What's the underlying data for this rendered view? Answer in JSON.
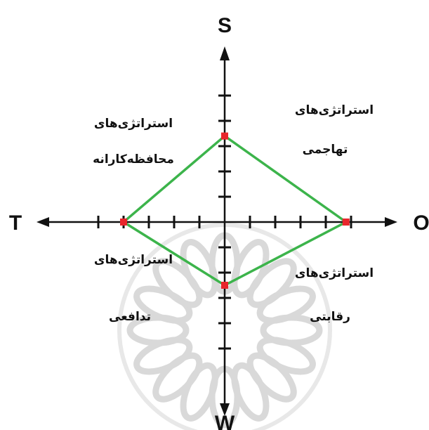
{
  "axes": {
    "top": "S",
    "bottom": "W",
    "left": "T",
    "right": "O"
  },
  "quadrants": {
    "top_right": [
      "استراتژی‌های",
      "تهاجمی"
    ],
    "top_left": [
      "استراتژی‌های",
      "محافظه‌کارانه"
    ],
    "bottom_left": [
      "استراتژی‌های",
      "تدافعی"
    ],
    "bottom_right": [
      "استراتژی‌های",
      "رقابتی"
    ]
  },
  "polygon": {
    "color": "#3cb44b",
    "vertex_color": "#e8262c",
    "scale_max": 5,
    "S": 3.4,
    "O": 4.8,
    "W": 2.5,
    "T": 4.0
  },
  "colors": {
    "axis": "#111111",
    "watermark": "#d9d9d9"
  }
}
